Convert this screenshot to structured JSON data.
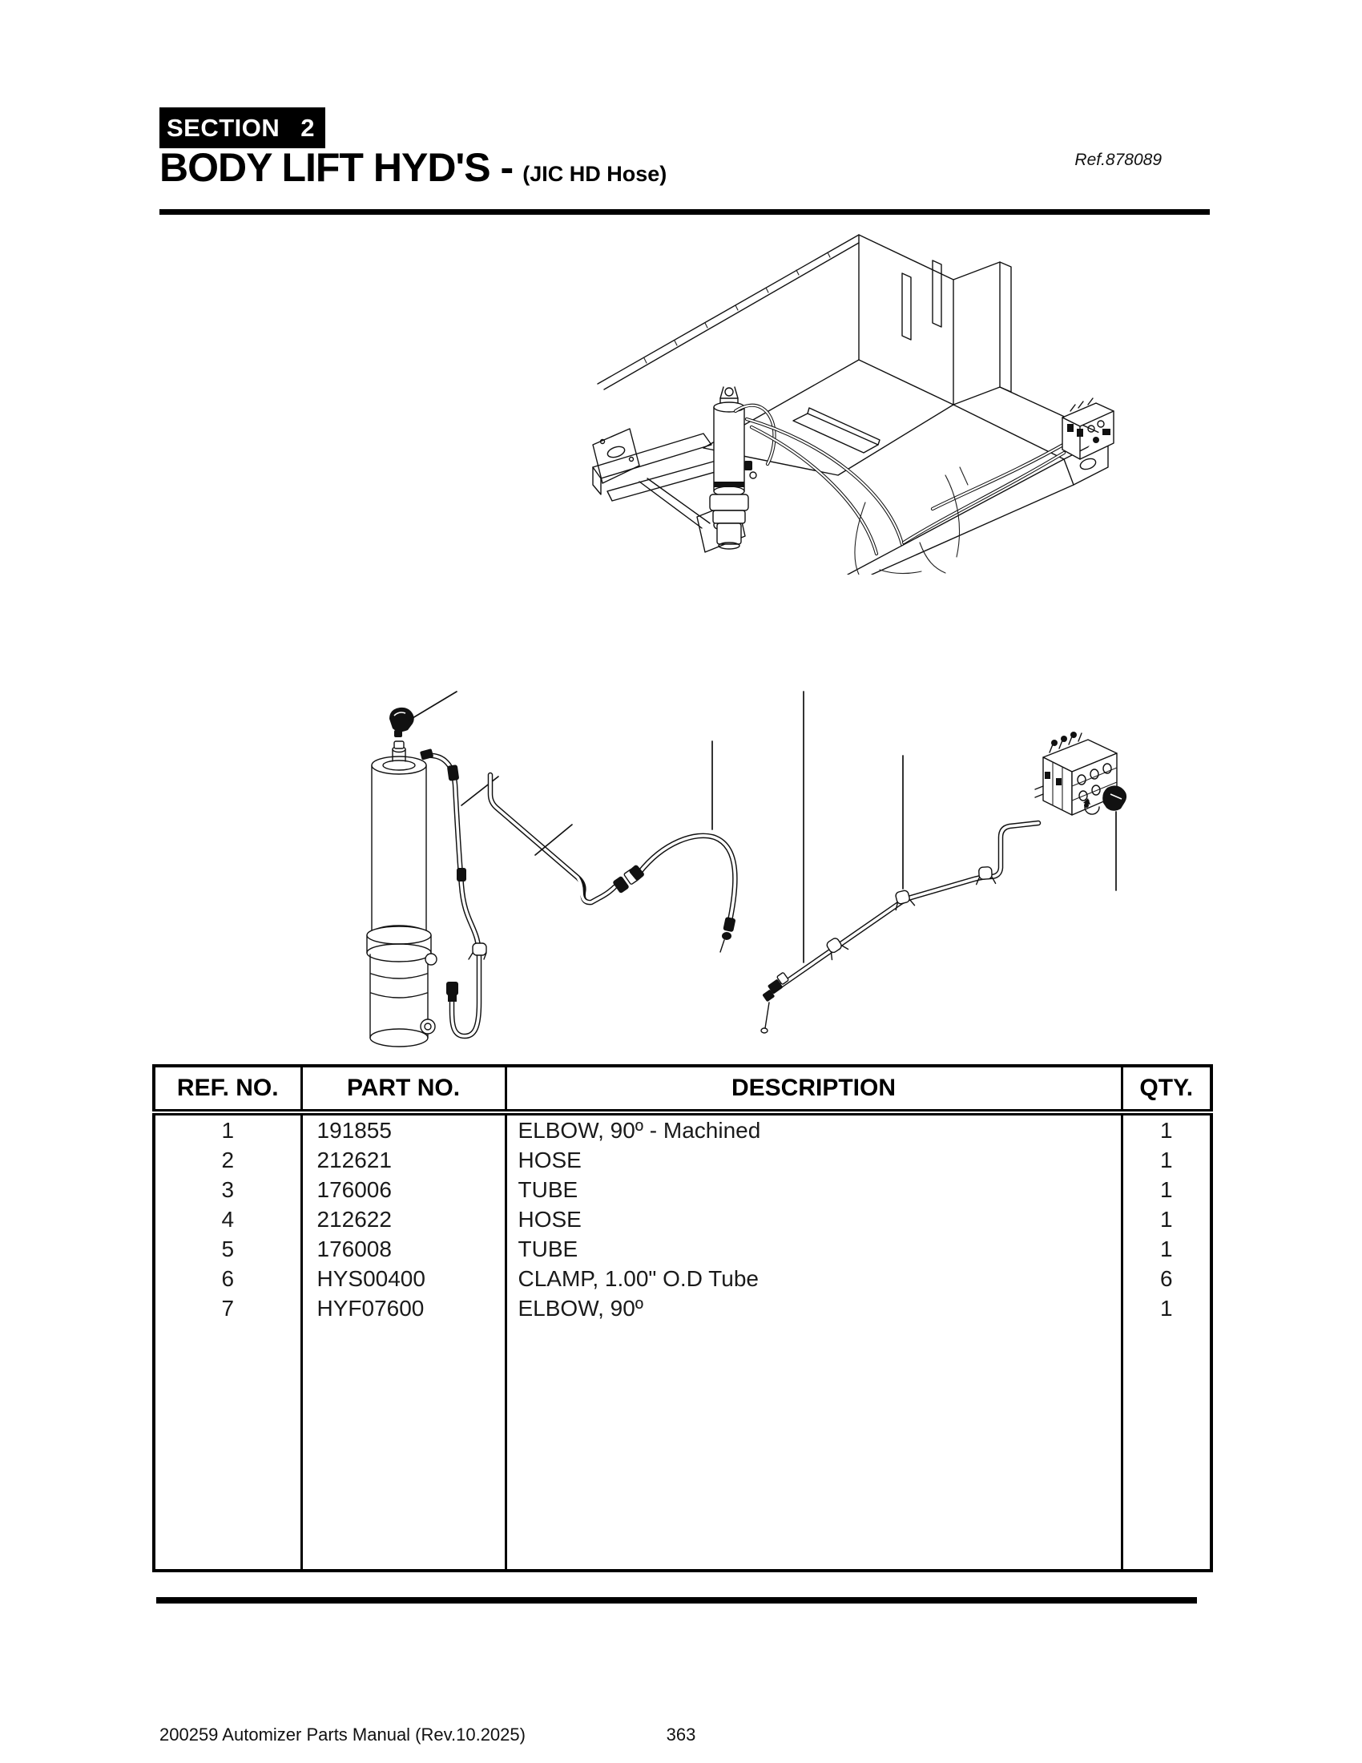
{
  "header": {
    "section_label": "SECTION",
    "section_number": "2",
    "title": "BODY LIFT HYD'S -",
    "title_suffix": "(JIC HD Hose)",
    "ref_number": "Ref.878089"
  },
  "table": {
    "headers": [
      "REF. NO.",
      "PART NO.",
      "DESCRIPTION",
      "QTY."
    ],
    "rows": [
      {
        "ref": "1",
        "part": "191855",
        "desc": "ELBOW, 90º - Machined",
        "qty": "1"
      },
      {
        "ref": "2",
        "part": "212621",
        "desc": "HOSE",
        "qty": "1"
      },
      {
        "ref": "3",
        "part": "176006",
        "desc": "TUBE",
        "qty": "1"
      },
      {
        "ref": "4",
        "part": "212622",
        "desc": "HOSE",
        "qty": "1"
      },
      {
        "ref": "5",
        "part": "176008",
        "desc": "TUBE",
        "qty": "1"
      },
      {
        "ref": "6",
        "part": "HYS00400",
        "desc": "CLAMP, 1.00\" O.D Tube",
        "qty": "6"
      },
      {
        "ref": "7",
        "part": "HYF07600",
        "desc": "ELBOW, 90º",
        "qty": "1"
      }
    ]
  },
  "footer": {
    "manual_info": "200259 Automizer Parts Manual (Rev.10.2025)",
    "page_number": "363"
  },
  "colors": {
    "ink": "#000000",
    "paper": "#ffffff"
  }
}
